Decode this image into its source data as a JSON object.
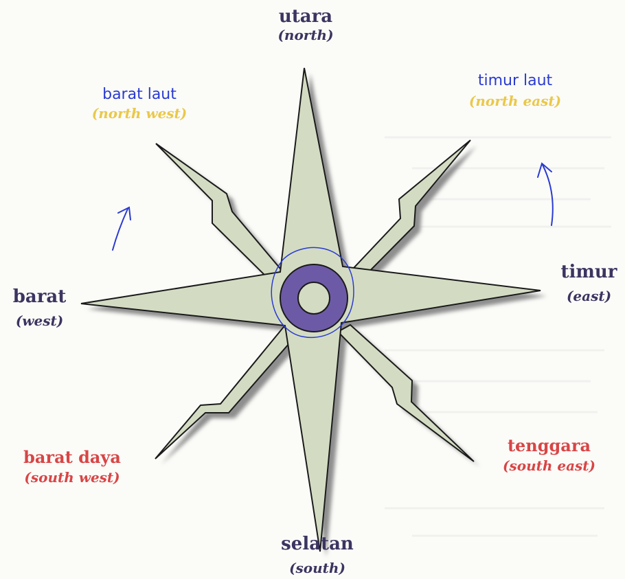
{
  "colors": {
    "arm_fill": "#d3dcc3",
    "arm_stroke": "#1a1a1a",
    "shadow": "#8e8e8e",
    "hub_ring": "#6d5aa6",
    "hub_center": "#d3dcc3",
    "ink_blue": "#2a3ad0",
    "label_navy": "#3b3560",
    "label_yellow": "#eac84a",
    "label_red": "#d84545"
  },
  "labels": {
    "north": {
      "main": "utara",
      "sub": "(north)"
    },
    "east": {
      "main": "timur",
      "sub": "(east)"
    },
    "south": {
      "main": "selatan",
      "sub": "(south)"
    },
    "west": {
      "main": "barat",
      "sub": "(west)"
    },
    "northeast": {
      "handwritten": "timur laut",
      "sub": "(north east)"
    },
    "northwest": {
      "handwritten": "barat laut",
      "sub": "(north west)"
    },
    "southeast": {
      "main": "tenggara",
      "sub": "(south east)"
    },
    "southwest": {
      "main": "barat daya",
      "sub": "(south west)"
    }
  }
}
